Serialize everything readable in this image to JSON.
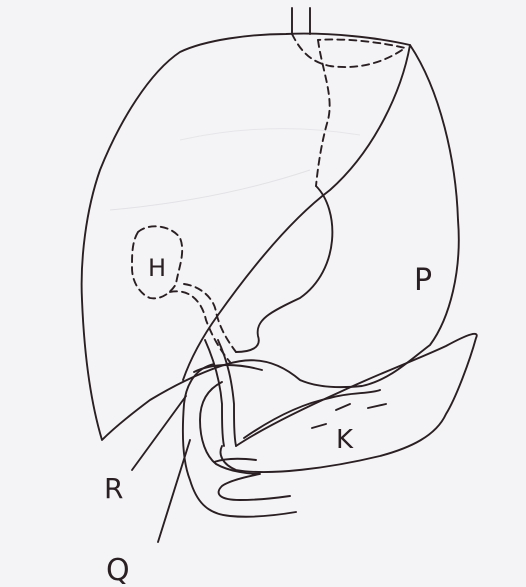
{
  "labels": {
    "h": "H",
    "p": "P",
    "k": "K",
    "r": "R",
    "q": "Q"
  },
  "colors": {
    "paper": "#f4f4f6",
    "ink": "#2a1f22"
  }
}
